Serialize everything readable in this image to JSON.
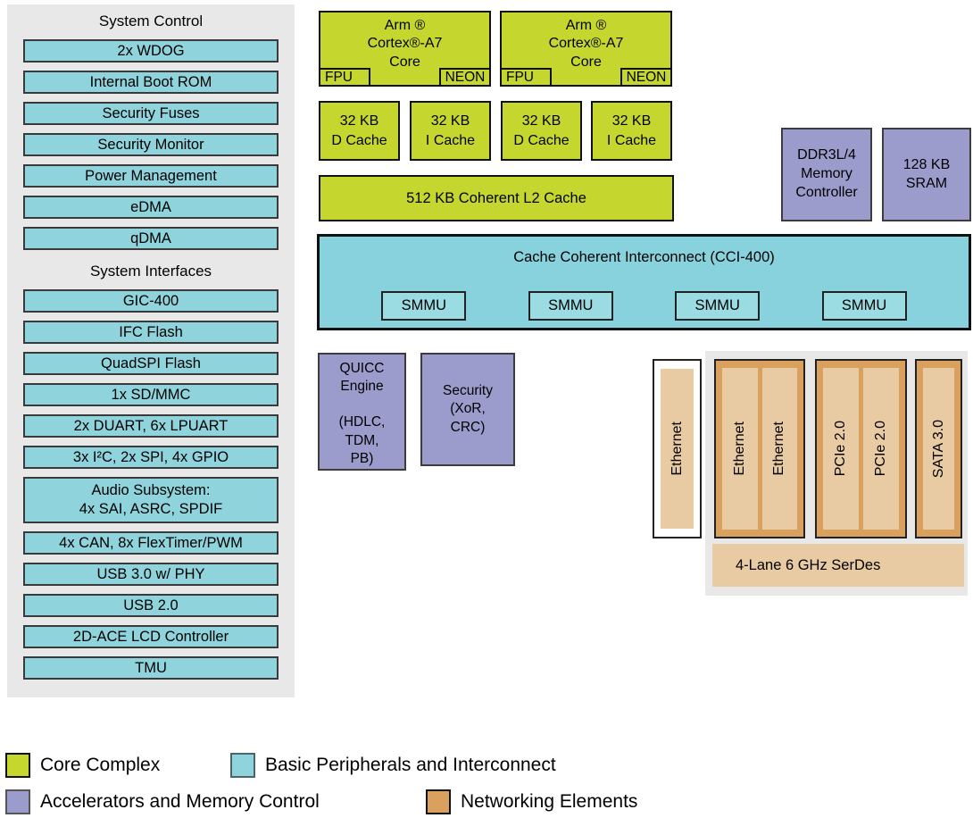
{
  "palette": {
    "core_complex": "#c5d72f",
    "basic_peripherals": "#8fd4dc",
    "accelerators_memory": "#9c9ccc",
    "networking": "#d9a05e",
    "networking_light": "#e9cba3",
    "panel_gray": "#e8e8e8"
  },
  "system_control": {
    "title": "System Control",
    "items": [
      "2x WDOG",
      "Internal Boot ROM",
      "Security Fuses",
      "Security Monitor",
      "Power Management",
      "eDMA",
      "qDMA"
    ]
  },
  "system_interfaces": {
    "title": "System Interfaces",
    "items": [
      "GIC-400",
      "IFC Flash",
      "QuadSPI Flash",
      "1x SD/MMC",
      "2x DUART, 6x LPUART",
      "3x I²C, 2x SPI, 4x GPIO",
      "Audio Subsystem:\n4x SAI, ASRC, SPDIF",
      "4x CAN, 8x FlexTimer/PWM",
      "USB 3.0 w/ PHY",
      "USB 2.0",
      "2D-ACE LCD Controller",
      "TMU"
    ]
  },
  "core_complex": {
    "core1": {
      "label": "Arm ®\nCortex®-A7\nCore",
      "fpu": "FPU",
      "neon": "NEON"
    },
    "core2": {
      "label": "Arm ®\nCortex®-A7\nCore",
      "fpu": "FPU",
      "neon": "NEON"
    },
    "caches": [
      "32 KB\nD Cache",
      "32 KB\nI Cache",
      "32 KB\nD Cache",
      "32 KB\nI Cache"
    ],
    "l2": "512 KB Coherent L2 Cache"
  },
  "memory": {
    "ddr": "DDR3L/4\nMemory\nController",
    "sram": "128 KB\nSRAM"
  },
  "interconnect": {
    "label": "Cache Coherent Interconnect (CCI-400)",
    "smmu": [
      "SMMU",
      "SMMU",
      "SMMU",
      "SMMU"
    ]
  },
  "accelerators": {
    "quicc": "QUICC\nEngine\n\n(HDLC,\nTDM,\nPB)",
    "security": "Security\n(XoR,\nCRC)"
  },
  "networking": {
    "ethernet_standalone": "Ethernet",
    "ethernet_group": [
      "Ethernet",
      "Ethernet"
    ],
    "pcie_group": [
      "PCIe 2.0",
      "PCIe 2.0"
    ],
    "sata": "SATA 3.0",
    "serdes": "4-Lane 6 GHz SerDes"
  },
  "legend": {
    "items": [
      {
        "label": "Core Complex",
        "color": "#c5d72f"
      },
      {
        "label": "Basic Peripherals and Interconnect",
        "color": "#8fd4dc"
      },
      {
        "label": "Accelerators and Memory Control",
        "color": "#9c9ccc"
      },
      {
        "label": "Networking Elements",
        "color": "#d9a05e"
      }
    ]
  }
}
